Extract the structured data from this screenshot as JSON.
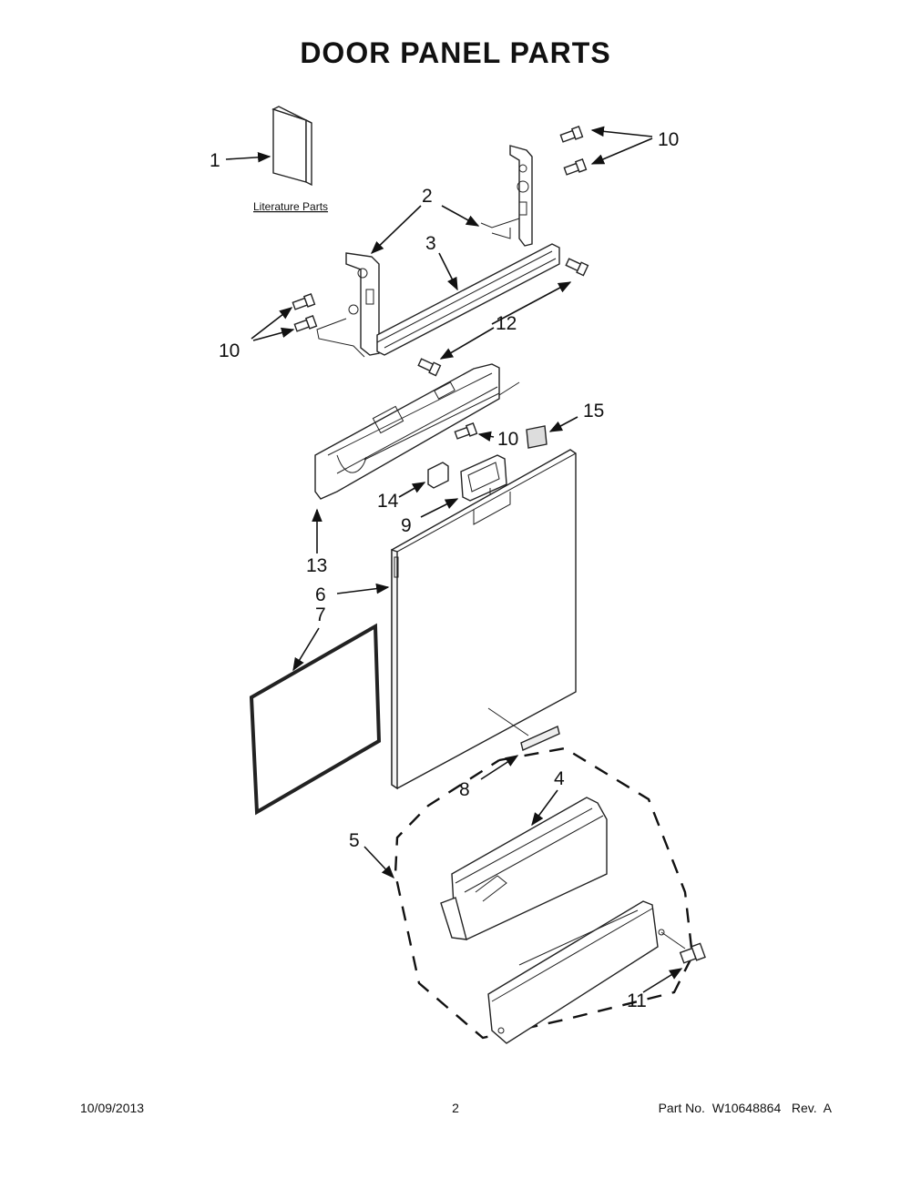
{
  "title": "DOOR PANEL PARTS",
  "literature_label": "Literature Parts",
  "callouts": {
    "c1": "1",
    "c2": "2",
    "c3": "3",
    "c4": "4",
    "c5": "5",
    "c6": "6",
    "c7": "7",
    "c8": "8",
    "c9": "9",
    "c10a": "10",
    "c10b": "10",
    "c10c": "10",
    "c11": "11",
    "c12": "12",
    "c13": "13",
    "c14": "14",
    "c15": "15"
  },
  "footer": {
    "date": "10/09/2013",
    "page": "2",
    "part_no": "Part No.  W10648864   Rev.  A"
  },
  "colors": {
    "line": "#222222",
    "background": "#ffffff"
  }
}
